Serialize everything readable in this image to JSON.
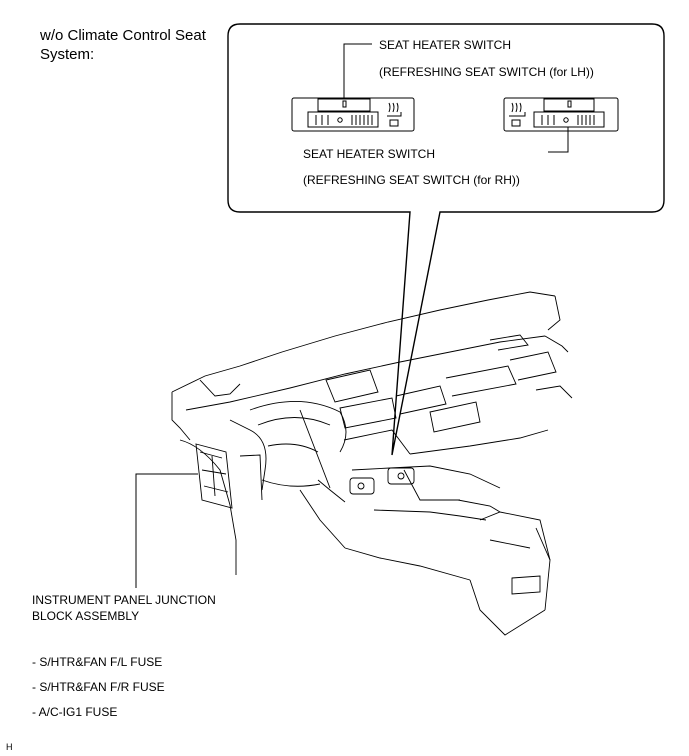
{
  "title": {
    "line1": "w/o Climate Control Seat",
    "line2": "System:"
  },
  "callout": {
    "lh_switch_line1": "SEAT HEATER SWITCH",
    "lh_switch_line2": "(REFRESHING SEAT SWITCH (for LH))",
    "rh_switch_line1": "SEAT HEATER SWITCH",
    "rh_switch_line2": "(REFRESHING SEAT SWITCH (for RH))"
  },
  "junction_block": {
    "line1": "INSTRUMENT PANEL JUNCTION",
    "line2": "BLOCK ASSEMBLY"
  },
  "fuses": [
    "- S/HTR&FAN F/L FUSE",
    "- S/HTR&FAN F/R FUSE",
    "- A/C-IG1 FUSE"
  ],
  "figure_code": "H"
}
